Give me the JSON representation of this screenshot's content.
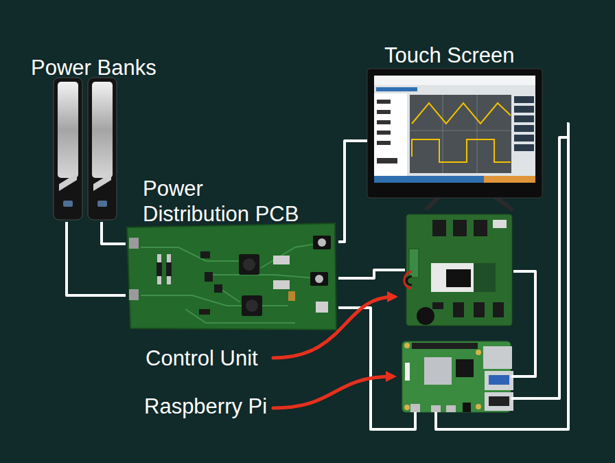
{
  "diagram": {
    "nodes": [
      {
        "text": [
          "Power Banks"
        ]
      },
      {
        "text": [
          "Touch Screen"
        ]
      },
      {
        "text": [
          "Power Distribution PCB"
        ]
      },
      {
        "text": [
          "Control Unit"
        ]
      },
      {
        "text": [
          "Raspberry Pi"
        ]
      }
    ],
    "edges": [
      {
        "from": 0,
        "to": 2,
        "arrow": "none"
      },
      {
        "from": 0,
        "to": 2,
        "arrow": "none"
      },
      {
        "from": 2,
        "to": 1,
        "arrow": "none"
      },
      {
        "from": 2,
        "to": 3,
        "arrow": "none"
      },
      {
        "from": 2,
        "to": 4,
        "arrow": "none"
      },
      {
        "from": 1,
        "to": 4,
        "arrow": "none"
      },
      {
        "from": 1,
        "to": 4,
        "arrow": "none"
      },
      {
        "from": 3,
        "to": 4,
        "arrow": "none"
      }
    ]
  }
}
